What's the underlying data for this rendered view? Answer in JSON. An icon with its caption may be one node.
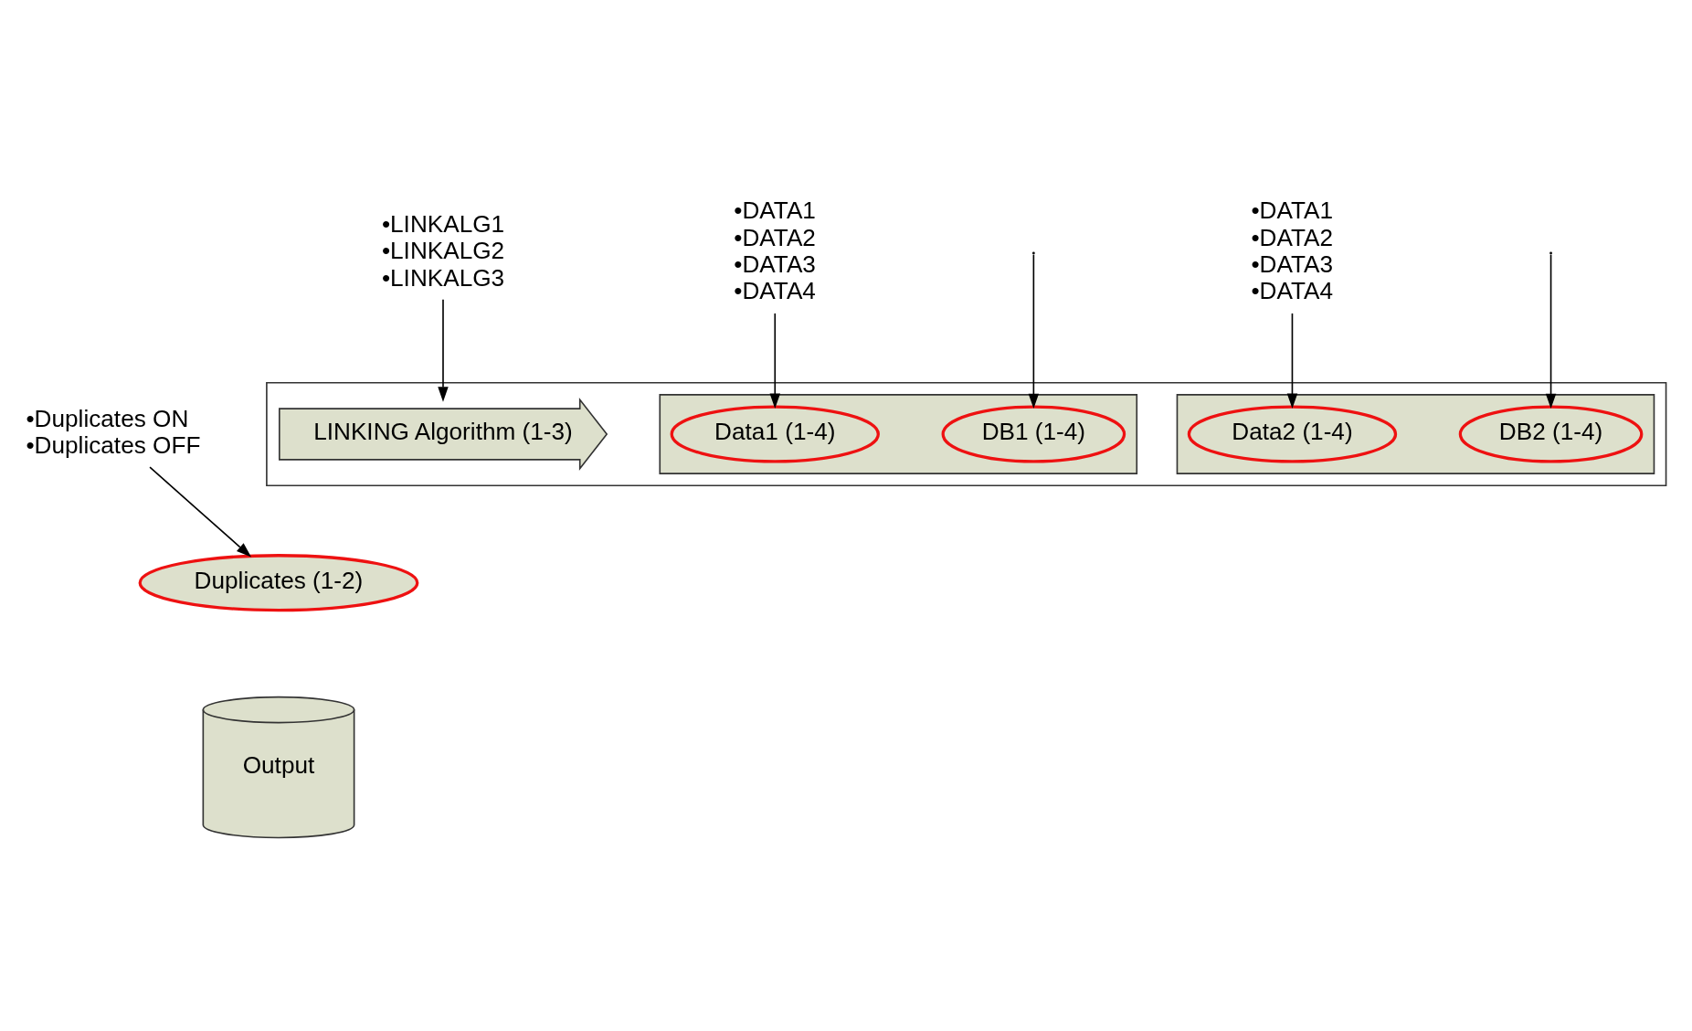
{
  "diagram": {
    "nodes": [
      {
        "text": [],
        "shape": "box"
      },
      {
        "text": [],
        "shape": "box",
        "in": 0
      },
      {
        "text": [
          "DB1 (1-4)"
        ],
        "in": 1
      },
      {
        "text": [
          "Data1 (1-4)"
        ],
        "in": 1
      },
      {
        "text": [
          "LINKING Algorithm (1-3)"
        ],
        "in": 0
      },
      {
        "text": [],
        "shape": "box",
        "in": 0
      },
      {
        "text": [
          "DB2 (1-4)"
        ],
        "in": 5
      },
      {
        "text": [
          "Data2 (1-4)"
        ],
        "in": 5
      },
      {
        "text": [
          "Duplicates (1-2)"
        ]
      },
      {
        "text": [
          "Output"
        ]
      },
      {
        "text": [
          "•DATA1",
          "•DATA2",
          "•DATA3",
          "•DATA4"
        ]
      },
      {
        "text": [
          "•LINKALG1",
          "•LINKALG2",
          "•LINKALG3"
        ]
      },
      {
        "text": [
          "•DATA1",
          "•DATA2",
          "•DATA3",
          "•DATA4"
        ]
      },
      {
        "text": [
          "•Duplicates ON",
          "•Duplicates OFF"
        ]
      }
    ],
    "edges": [
      {
        "from": null,
        "to": 2,
        "arrow": "to"
      },
      {
        "from": 10,
        "to": 3,
        "arrow": "to"
      },
      {
        "from": 11,
        "to": 4,
        "arrow": "to"
      },
      {
        "from": null,
        "to": 6,
        "arrow": "to"
      },
      {
        "from": 12,
        "to": 7,
        "arrow": "to"
      },
      {
        "from": 13,
        "to": 8,
        "arrow": "to"
      }
    ]
  }
}
